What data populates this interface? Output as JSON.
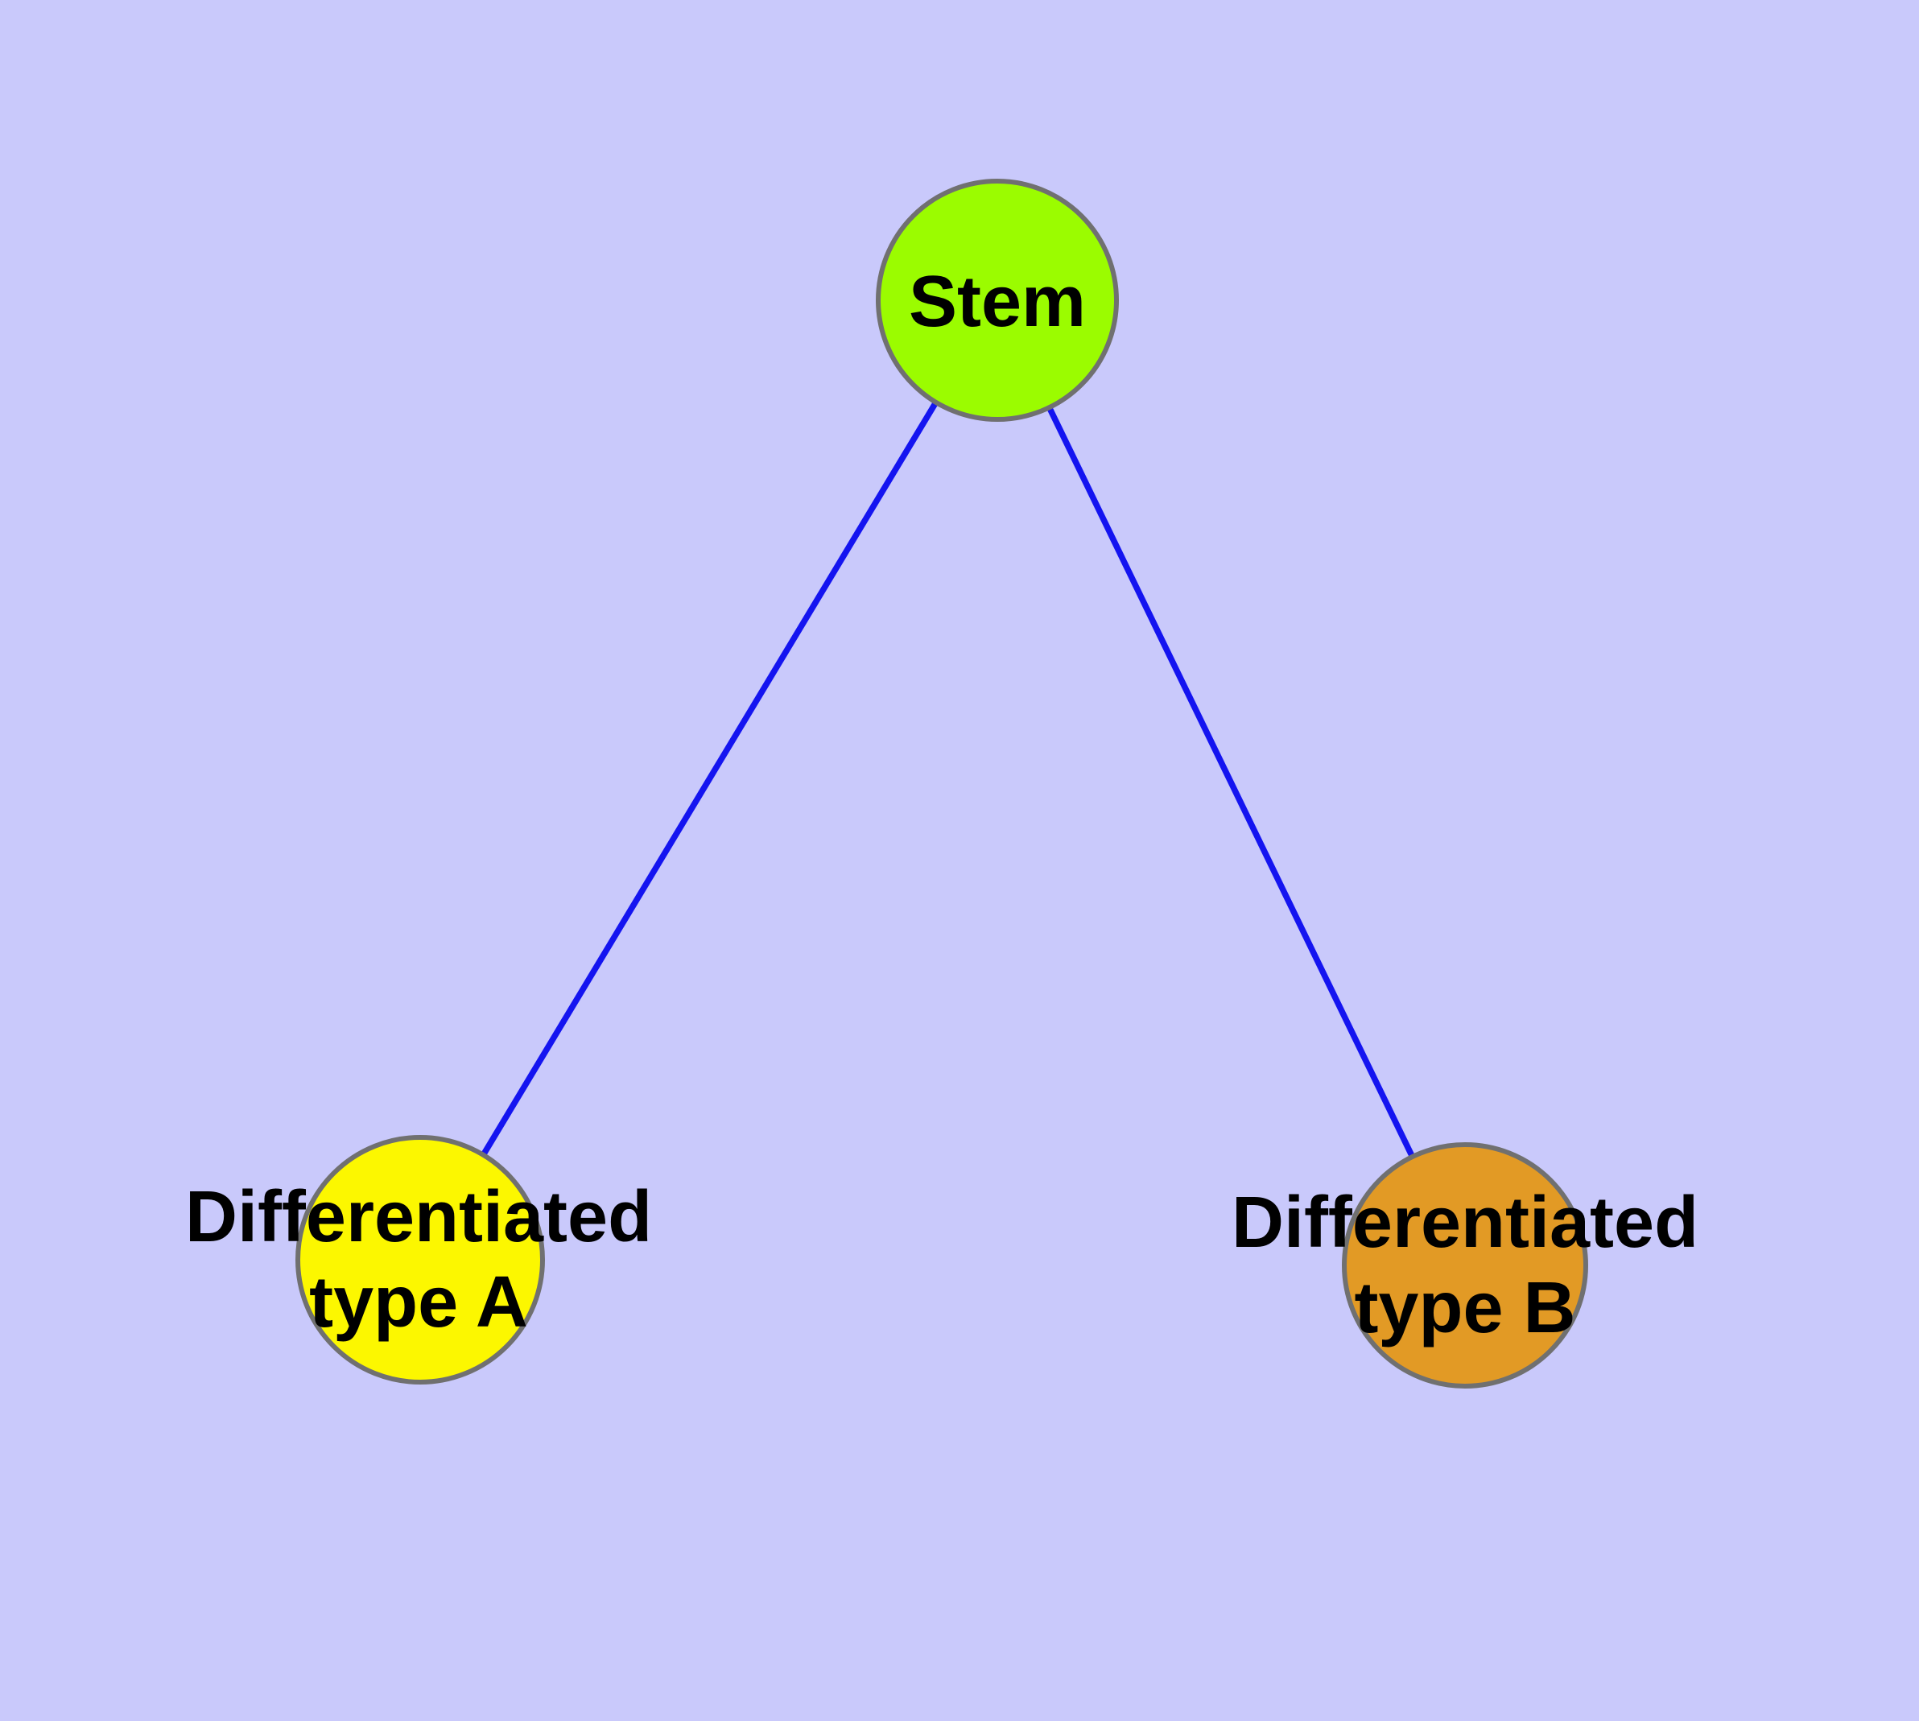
{
  "diagram": {
    "background_color": "#C9C9FB",
    "edge_color": "#1414F0",
    "node_border_color": "#707070",
    "label_color": "#000000",
    "nodes": {
      "stem": {
        "label": "Stem",
        "fill": "#9BFC00"
      },
      "type_a": {
        "label_line1": "Differentiated",
        "label_line2": "type A",
        "fill": "#FCF700"
      },
      "type_b": {
        "label_line1": "Differentiated",
        "label_line2": "type B",
        "fill": "#E29A25"
      }
    },
    "edges": [
      {
        "from": "Stem",
        "to": "Differentiated type A"
      },
      {
        "from": "Stem",
        "to": "Differentiated type B"
      }
    ]
  }
}
